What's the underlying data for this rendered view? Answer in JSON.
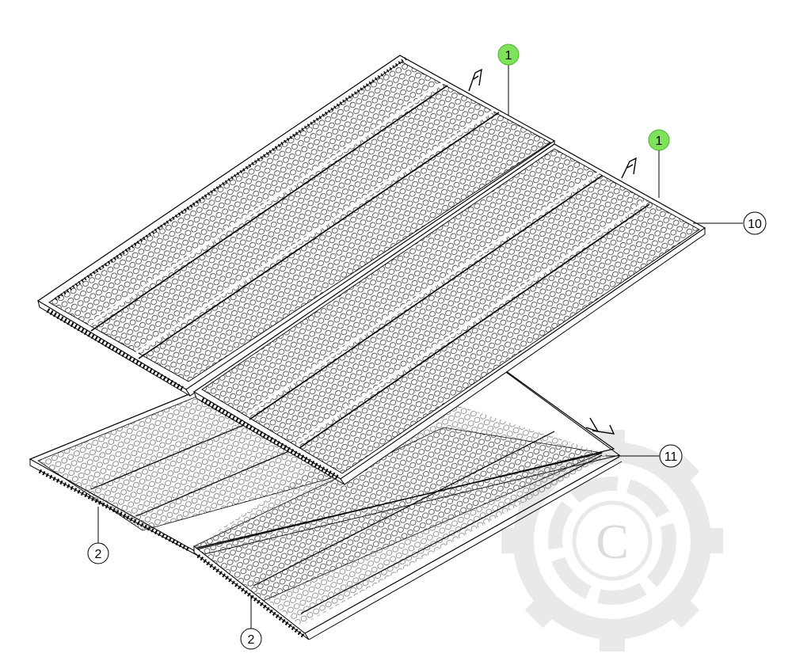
{
  "callouts": [
    {
      "id": "c1a",
      "label": "1",
      "style": "highlight"
    },
    {
      "id": "c1b",
      "label": "1",
      "style": "highlight"
    },
    {
      "id": "c10",
      "label": "10",
      "style": "plain"
    },
    {
      "id": "c11",
      "label": "11",
      "style": "plain"
    },
    {
      "id": "c2a",
      "label": "2",
      "style": "plain"
    },
    {
      "id": "c2b",
      "label": "2",
      "style": "plain"
    }
  ],
  "watermark": {
    "letter": "C"
  },
  "colors": {
    "line": "#000000",
    "highlight": "#7ee35a",
    "watermark": "#e9e9e9",
    "panel_fill": "#ffffff"
  }
}
